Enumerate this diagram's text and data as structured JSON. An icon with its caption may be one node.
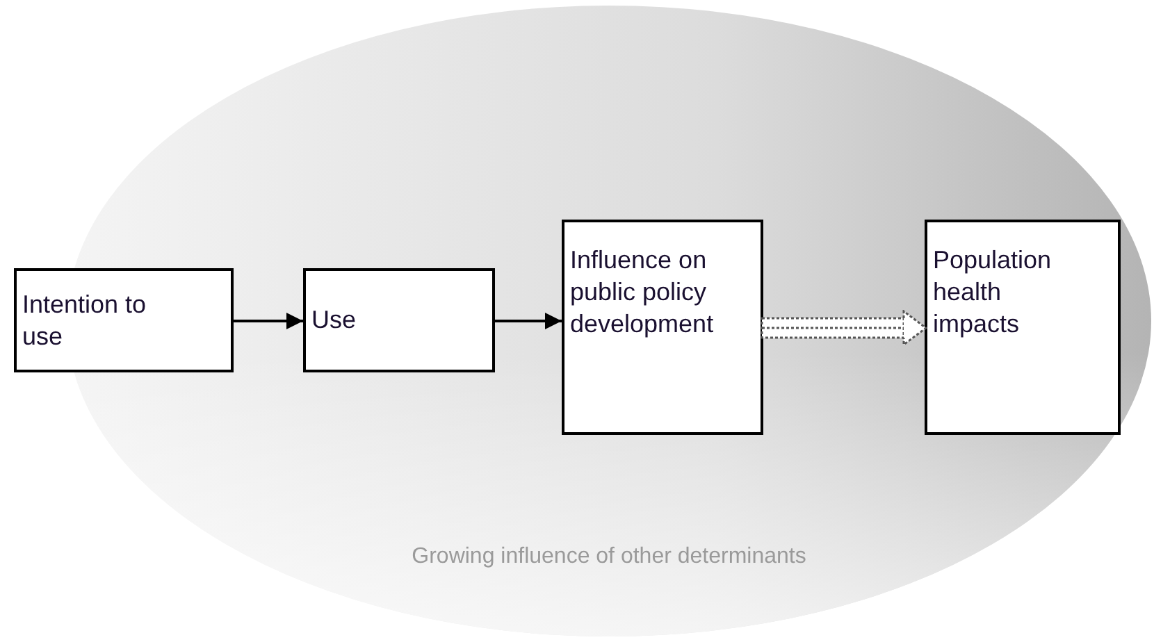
{
  "diagram": {
    "nodes": [
      {
        "text": [
          "Growing influence of other determinants"
        ]
      },
      {
        "text": [
          "Intention to use"
        ]
      },
      {
        "text": [
          "Use"
        ],
        "in": 0
      },
      {
        "text": [
          "Influence on public policy development"
        ],
        "in": 0
      },
      {
        "text": [
          "Population health impacts"
        ],
        "in": 0
      }
    ],
    "edges": [
      {
        "from": 1,
        "to": 2,
        "arrow": "to"
      },
      {
        "from": 2,
        "to": 3,
        "arrow": "to"
      },
      {
        "from": 3,
        "to": 4,
        "arrow": "to",
        "style": "dashed",
        "color": "#555555"
      }
    ]
  }
}
